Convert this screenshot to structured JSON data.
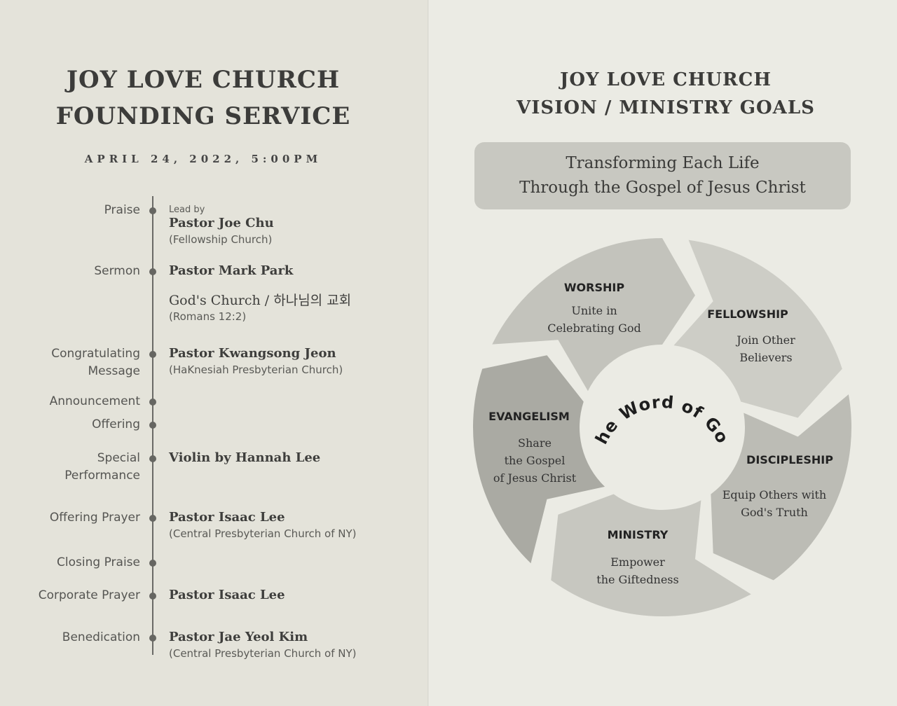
{
  "left_page": {
    "title_line1": "JOY LOVE CHURCH",
    "title_line2": "FOUNDING SERVICE",
    "date": "APRIL 24, 2022, 5:00PM",
    "program": [
      {
        "label": [
          "Praise"
        ],
        "lead": "Lead by",
        "name": "Pastor Joe Chu",
        "sub": "(Fellowship Church)"
      },
      {
        "label": [
          "Sermon"
        ],
        "name": "Pastor Mark Park",
        "title": "God's Church / 하나님의 교회",
        "sub": "(Romans 12:2)"
      },
      {
        "label": [
          "Congratulating",
          "Message"
        ],
        "name": "Pastor Kwangsong Jeon",
        "sub": "(HaKnesiah Presbyterian Church)"
      },
      {
        "label": [
          "Announcement"
        ]
      },
      {
        "label": [
          "Offering"
        ]
      },
      {
        "label": [
          "Special",
          "Performance"
        ],
        "name": "Violin by Hannah Lee"
      },
      {
        "label": [
          "Offering Prayer"
        ],
        "name": "Pastor Isaac Lee",
        "sub": "(Central Presbyterian Church  of NY)"
      },
      {
        "label": [
          "Closing Praise"
        ]
      },
      {
        "label": [
          "Corporate Prayer"
        ],
        "name": "Pastor Isaac Lee"
      },
      {
        "label": [
          "Benedication"
        ],
        "name": "Pastor Jae Yeol Kim",
        "sub": "(Central Presbyterian Church  of NY)"
      }
    ]
  },
  "right_page": {
    "title_line1": "JOY LOVE CHURCH",
    "title_line2": "VISION / MINISTRY GOALS",
    "banner_line1": "Transforming Each Life",
    "banner_line2": "Through the Gospel of Jesus Christ",
    "center": "The Word of God",
    "segments": [
      {
        "title": "WORSHIP",
        "lines": [
          "Unite in",
          "Celebrating God"
        ],
        "color": "#c3c3bc"
      },
      {
        "title": "FELLOWSHIP",
        "lines": [
          "Join Other",
          "Believers"
        ],
        "color": "#cdcdc6"
      },
      {
        "title": "DISCIPLESHIP",
        "lines": [
          "Equip Others with",
          "God's Truth"
        ],
        "color": "#bcbcb5"
      },
      {
        "title": "MINISTRY",
        "lines": [
          "Empower",
          "the Giftedness"
        ],
        "color": "#c7c7c0"
      },
      {
        "title": "EVANGELISM",
        "lines": [
          "Share",
          "the Gospel",
          "of Jesus Christ"
        ],
        "color": "#aaaaa3"
      }
    ]
  }
}
